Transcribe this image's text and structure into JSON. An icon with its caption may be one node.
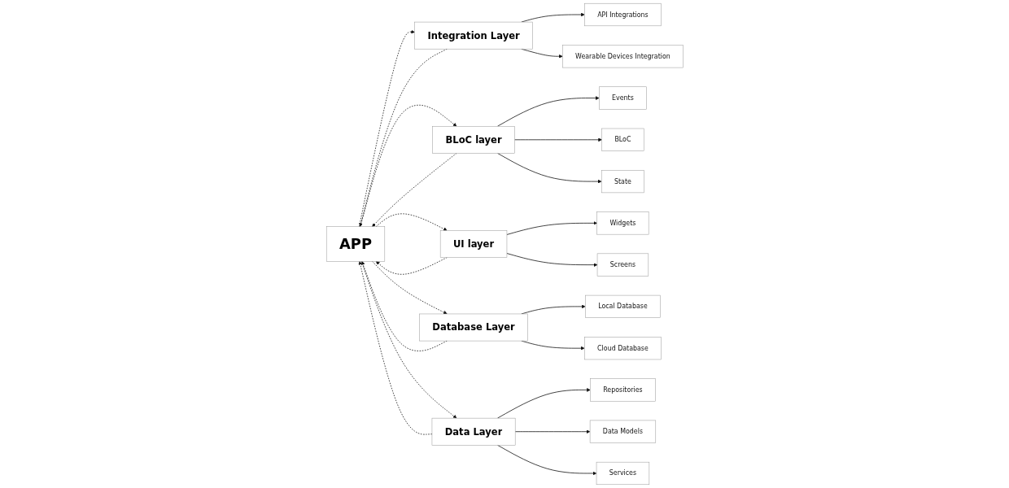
{
  "diagram": {
    "nodes": [
      {
        "text": [
          "API Integrations"
        ]
      },
      {
        "text": [
          "Wearable Devices Integration"
        ]
      },
      {
        "text": [
          "BLoC"
        ]
      },
      {
        "text": [
          "Events"
        ]
      },
      {
        "text": [
          "State"
        ]
      },
      {
        "text": [
          "Integration Layer"
        ]
      },
      {
        "text": [
          "BLoC layer"
        ]
      },
      {
        "text": [
          "Widgets"
        ]
      },
      {
        "text": [
          "Screens"
        ]
      },
      {
        "text": [
          "Local Database"
        ]
      },
      {
        "text": [
          "APP"
        ]
      },
      {
        "text": [
          "UI layer"
        ]
      },
      {
        "text": [
          "Cloud Database"
        ]
      },
      {
        "text": [
          "Database Layer"
        ]
      },
      {
        "text": [
          "Data Layer"
        ]
      },
      {
        "text": [
          "Repositories"
        ]
      },
      {
        "text": [
          "Services"
        ]
      },
      {
        "text": [
          "Data Models"
        ]
      }
    ],
    "edges": [
      {
        "from": 5,
        "to": 0,
        "arrow": "to"
      },
      {
        "from": 5,
        "to": 1,
        "arrow": "to"
      },
      {
        "from": 6,
        "to": 3,
        "arrow": "to"
      },
      {
        "from": 6,
        "to": 2,
        "arrow": "to"
      },
      {
        "from": 6,
        "to": 4,
        "arrow": "to"
      },
      {
        "from": 11,
        "to": 7,
        "arrow": "to"
      },
      {
        "from": 11,
        "to": 8,
        "arrow": "to"
      },
      {
        "from": 13,
        "to": 9,
        "arrow": "to"
      },
      {
        "from": 13,
        "to": 12,
        "arrow": "to"
      },
      {
        "from": 14,
        "to": 15,
        "arrow": "to"
      },
      {
        "from": 14,
        "to": 17,
        "arrow": "to"
      },
      {
        "from": 14,
        "to": 16,
        "arrow": "to"
      },
      {
        "from": 5,
        "to": 10,
        "arrow": "to",
        "style": "dashed"
      },
      {
        "from": 10,
        "to": 5,
        "arrow": "to",
        "style": "dashed"
      },
      {
        "from": 6,
        "to": 10,
        "arrow": "to",
        "style": "dashed"
      },
      {
        "from": 10,
        "to": 6,
        "arrow": "to",
        "style": "dashed"
      },
      {
        "from": 11,
        "to": 10,
        "arrow": "to",
        "style": "dashed"
      },
      {
        "from": 10,
        "to": 11,
        "arrow": "to",
        "style": "dashed"
      },
      {
        "from": 13,
        "to": 10,
        "arrow": "to",
        "style": "dashed"
      },
      {
        "from": 10,
        "to": 13,
        "arrow": "to",
        "style": "dashed"
      },
      {
        "from": 10,
        "to": 14,
        "arrow": "to",
        "style": "dashed"
      },
      {
        "from": 14,
        "to": 10,
        "arrow": "to",
        "style": "dashed"
      }
    ]
  }
}
